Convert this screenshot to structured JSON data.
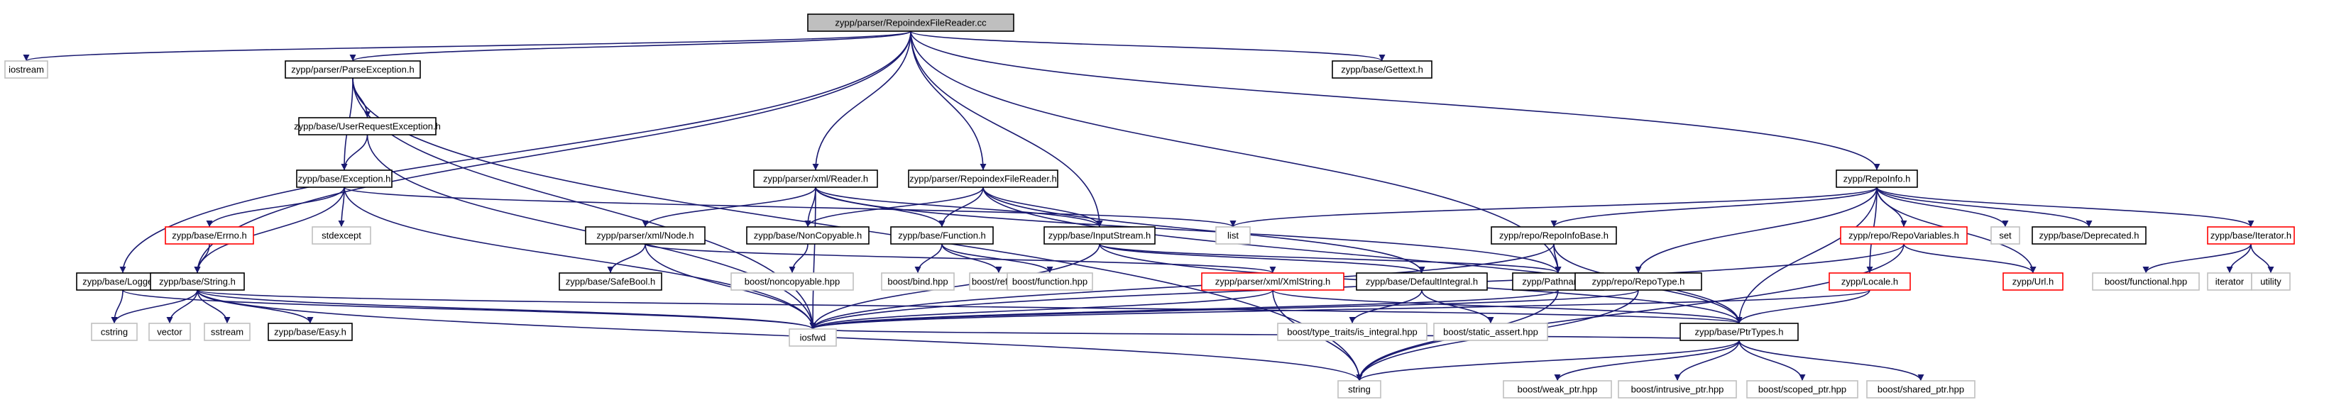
{
  "graph": {
    "root": "zypp/parser/RepoindexFileReader.cc",
    "nodes": [
      {
        "id": "root",
        "label": "zypp/parser/RepoindexFileReader.cc",
        "kind": "root"
      },
      {
        "id": "iostream",
        "label": "iostream",
        "kind": "system"
      },
      {
        "id": "parseexc",
        "label": "zypp/parser/ParseException.h",
        "kind": "doc"
      },
      {
        "id": "gettext",
        "label": "zypp/base/Gettext.h",
        "kind": "doc"
      },
      {
        "id": "userreq",
        "label": "zypp/base/UserRequestException.h",
        "kind": "doc"
      },
      {
        "id": "exception",
        "label": "zypp/base/Exception.h",
        "kind": "doc"
      },
      {
        "id": "errno",
        "label": "zypp/base/Errno.h",
        "kind": "missing"
      },
      {
        "id": "stdexcept",
        "label": "stdexcept",
        "kind": "system"
      },
      {
        "id": "logger",
        "label": "zypp/base/Logger.h",
        "kind": "doc"
      },
      {
        "id": "string_h",
        "label": "zypp/base/String.h",
        "kind": "doc"
      },
      {
        "id": "cstring",
        "label": "cstring",
        "kind": "system"
      },
      {
        "id": "vector",
        "label": "vector",
        "kind": "system"
      },
      {
        "id": "sstream",
        "label": "sstream",
        "kind": "system"
      },
      {
        "id": "easy",
        "label": "zypp/base/Easy.h",
        "kind": "doc"
      },
      {
        "id": "iosfwd",
        "label": "iosfwd",
        "kind": "system"
      },
      {
        "id": "string",
        "label": "string",
        "kind": "system"
      },
      {
        "id": "xmlreader",
        "label": "zypp/parser/xml/Reader.h",
        "kind": "doc"
      },
      {
        "id": "xmlnode",
        "label": "zypp/parser/xml/Node.h",
        "kind": "doc"
      },
      {
        "id": "safebool",
        "label": "zypp/base/SafeBool.h",
        "kind": "doc"
      },
      {
        "id": "noncopyable",
        "label": "zypp/base/NonCopyable.h",
        "kind": "doc"
      },
      {
        "id": "boostnc",
        "label": "boost/noncopyable.hpp",
        "kind": "system"
      },
      {
        "id": "rifr",
        "label": "zypp/parser/RepoindexFileReader.h",
        "kind": "doc"
      },
      {
        "id": "function",
        "label": "zypp/base/Function.h",
        "kind": "doc"
      },
      {
        "id": "bind",
        "label": "boost/bind.hpp",
        "kind": "system"
      },
      {
        "id": "ref",
        "label": "boost/ref.hpp",
        "kind": "system"
      },
      {
        "id": "bfunction",
        "label": "boost/function.hpp",
        "kind": "system"
      },
      {
        "id": "inputstream",
        "label": "zypp/base/InputStream.h",
        "kind": "doc"
      },
      {
        "id": "list",
        "label": "list",
        "kind": "system"
      },
      {
        "id": "xmlstring",
        "label": "zypp/parser/xml/XmlString.h",
        "kind": "missing"
      },
      {
        "id": "defint",
        "label": "zypp/base/DefaultIntegral.h",
        "kind": "doc"
      },
      {
        "id": "istraits",
        "label": "boost/type_traits/is_integral.hpp",
        "kind": "system"
      },
      {
        "id": "staticassert",
        "label": "boost/static_assert.hpp",
        "kind": "system"
      },
      {
        "id": "pathname",
        "label": "zypp/Pathname.h",
        "kind": "doc"
      },
      {
        "id": "repoinfobase",
        "label": "zypp/repo/RepoInfoBase.h",
        "kind": "doc"
      },
      {
        "id": "repotype",
        "label": "zypp/repo/RepoType.h",
        "kind": "doc"
      },
      {
        "id": "repoinfo",
        "label": "zypp/RepoInfo.h",
        "kind": "doc"
      },
      {
        "id": "repovars",
        "label": "zypp/repo/RepoVariables.h",
        "kind": "missing"
      },
      {
        "id": "set",
        "label": "set",
        "kind": "system"
      },
      {
        "id": "deprecated",
        "label": "zypp/base/Deprecated.h",
        "kind": "doc"
      },
      {
        "id": "iterator_h",
        "label": "zypp/base/Iterator.h",
        "kind": "missing"
      },
      {
        "id": "locale",
        "label": "zypp/Locale.h",
        "kind": "missing"
      },
      {
        "id": "url",
        "label": "zypp/Url.h",
        "kind": "missing"
      },
      {
        "id": "bfunctional",
        "label": "boost/functional.hpp",
        "kind": "system"
      },
      {
        "id": "iterator",
        "label": "iterator",
        "kind": "system"
      },
      {
        "id": "utility",
        "label": "utility",
        "kind": "system"
      },
      {
        "id": "ptrtypes",
        "label": "zypp/base/PtrTypes.h",
        "kind": "doc"
      },
      {
        "id": "weakptr",
        "label": "boost/weak_ptr.hpp",
        "kind": "system"
      },
      {
        "id": "intrusive",
        "label": "boost/intrusive_ptr.hpp",
        "kind": "system"
      },
      {
        "id": "scoped",
        "label": "boost/scoped_ptr.hpp",
        "kind": "system"
      },
      {
        "id": "shared",
        "label": "boost/shared_ptr.hpp",
        "kind": "system"
      }
    ],
    "edges": [
      [
        "root",
        "iostream"
      ],
      [
        "root",
        "parseexc"
      ],
      [
        "root",
        "gettext"
      ],
      [
        "root",
        "logger"
      ],
      [
        "root",
        "string_h"
      ],
      [
        "root",
        "xmlreader"
      ],
      [
        "root",
        "rifr"
      ],
      [
        "root",
        "inputstream"
      ],
      [
        "root",
        "pathname"
      ],
      [
        "root",
        "repoinfo"
      ],
      [
        "parseexc",
        "userreq"
      ],
      [
        "parseexc",
        "exception"
      ],
      [
        "parseexc",
        "string"
      ],
      [
        "parseexc",
        "iosfwd"
      ],
      [
        "userreq",
        "exception"
      ],
      [
        "userreq",
        "iosfwd"
      ],
      [
        "exception",
        "errno"
      ],
      [
        "exception",
        "stdexcept"
      ],
      [
        "exception",
        "iosfwd"
      ],
      [
        "exception",
        "list"
      ],
      [
        "exception",
        "string_h"
      ],
      [
        "errno",
        "string_h"
      ],
      [
        "logger",
        "cstring"
      ],
      [
        "logger",
        "iosfwd"
      ],
      [
        "string_h",
        "cstring"
      ],
      [
        "string_h",
        "vector"
      ],
      [
        "string_h",
        "sstream"
      ],
      [
        "string_h",
        "easy"
      ],
      [
        "string_h",
        "string"
      ],
      [
        "string_h",
        "iosfwd"
      ],
      [
        "string_h",
        "ptrtypes"
      ],
      [
        "xmlreader",
        "xmlnode"
      ],
      [
        "xmlreader",
        "noncopyable"
      ],
      [
        "xmlreader",
        "inputstream"
      ],
      [
        "xmlreader",
        "function"
      ],
      [
        "xmlreader",
        "iosfwd"
      ],
      [
        "xmlreader",
        "pathname"
      ],
      [
        "xmlnode",
        "safebool"
      ],
      [
        "xmlnode",
        "xmlstring"
      ],
      [
        "xmlnode",
        "iosfwd"
      ],
      [
        "noncopyable",
        "boostnc"
      ],
      [
        "rifr",
        "noncopyable"
      ],
      [
        "rifr",
        "function"
      ],
      [
        "rifr",
        "inputstream"
      ],
      [
        "rifr",
        "ptrtypes"
      ],
      [
        "rifr",
        "defint"
      ],
      [
        "function",
        "bind"
      ],
      [
        "function",
        "ref"
      ],
      [
        "function",
        "bfunction"
      ],
      [
        "inputstream",
        "iosfwd"
      ],
      [
        "inputstream",
        "ptrtypes"
      ],
      [
        "inputstream",
        "defint"
      ],
      [
        "inputstream",
        "pathname"
      ],
      [
        "xmlstring",
        "iosfwd"
      ],
      [
        "xmlstring",
        "string"
      ],
      [
        "xmlstring",
        "ptrtypes"
      ],
      [
        "defint",
        "istraits"
      ],
      [
        "defint",
        "staticassert"
      ],
      [
        "pathname",
        "iosfwd"
      ],
      [
        "pathname",
        "string"
      ],
      [
        "repoinfo",
        "list"
      ],
      [
        "repoinfo",
        "set"
      ],
      [
        "repoinfo",
        "deprecated"
      ],
      [
        "repoinfo",
        "iterator_h"
      ],
      [
        "repoinfo",
        "url"
      ],
      [
        "repoinfo",
        "repovars"
      ],
      [
        "repoinfo",
        "locale"
      ],
      [
        "repoinfo",
        "repotype"
      ],
      [
        "repoinfo",
        "repoinfobase"
      ],
      [
        "repoinfo",
        "ptrtypes"
      ],
      [
        "repoinfobase",
        "iosfwd"
      ],
      [
        "repoinfobase",
        "ptrtypes"
      ],
      [
        "repoinfobase",
        "pathname"
      ],
      [
        "repotype",
        "iosfwd"
      ],
      [
        "repotype",
        "string"
      ],
      [
        "repovars",
        "url"
      ],
      [
        "repovars",
        "string"
      ],
      [
        "repovars",
        "iosfwd"
      ],
      [
        "locale",
        "iosfwd"
      ],
      [
        "locale",
        "ptrtypes"
      ],
      [
        "iterator_h",
        "bfunctional"
      ],
      [
        "iterator_h",
        "iterator"
      ],
      [
        "iterator_h",
        "utility"
      ],
      [
        "ptrtypes",
        "string"
      ],
      [
        "ptrtypes",
        "iosfwd"
      ],
      [
        "ptrtypes",
        "weakptr"
      ],
      [
        "ptrtypes",
        "intrusive"
      ],
      [
        "ptrtypes",
        "scoped"
      ],
      [
        "ptrtypes",
        "shared"
      ]
    ]
  },
  "legend_colors": {
    "edge": "#191970",
    "root_fill": "#bfbfbf",
    "doc_border": "#000000",
    "missing_border": "#ff0000",
    "system_border": "#bfbfbf",
    "text": "#000000"
  }
}
